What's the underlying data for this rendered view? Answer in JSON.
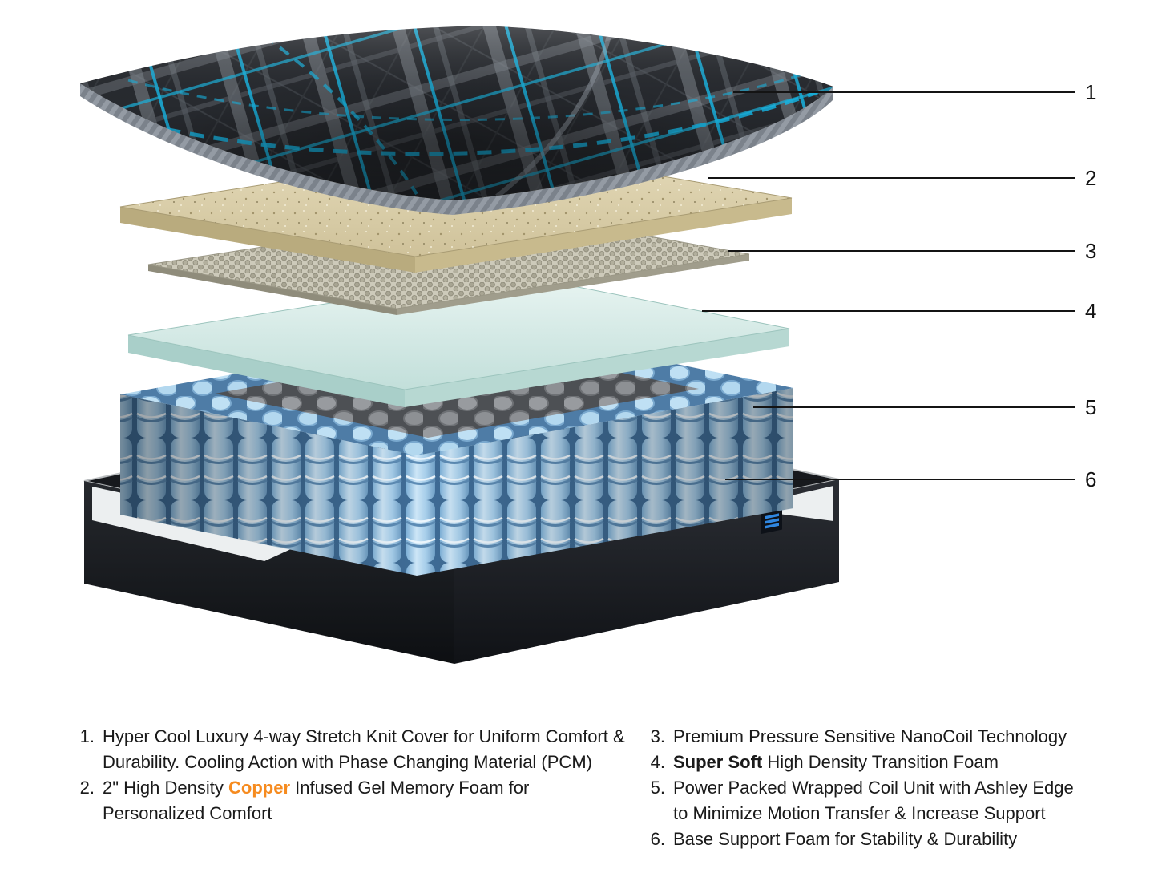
{
  "figure": {
    "callouts": [
      "1",
      "2",
      "3",
      "4",
      "5",
      "6"
    ],
    "layers": [
      {
        "id": "1",
        "name": "stretch-knit-cover"
      },
      {
        "id": "2",
        "name": "copper-gel-memory-foam"
      },
      {
        "id": "3",
        "name": "nanocoil-layer"
      },
      {
        "id": "4",
        "name": "transition-foam"
      },
      {
        "id": "5",
        "name": "wrapped-coil-unit"
      },
      {
        "id": "6",
        "name": "base-support-foam"
      }
    ],
    "icons": [
      {
        "name": "brand-logo-icon"
      }
    ]
  },
  "legend": {
    "left": [
      {
        "number": "1.",
        "segments": [
          {
            "text": "Hyper Cool Luxury 4-way Stretch Knit Cover for Uniform Comfort & Durability. Cooling Action with Phase Changing Material (PCM)"
          }
        ]
      },
      {
        "number": "2.",
        "segments": [
          {
            "text": "2\" High Density "
          },
          {
            "text": "Copper",
            "style": "copper-bold"
          },
          {
            "text": " Infused Gel Memory Foam for Personalized Comfort"
          }
        ]
      }
    ],
    "right": [
      {
        "number": "3.",
        "segments": [
          {
            "text": "Premium Pressure Sensitive NanoCoil Technology"
          }
        ]
      },
      {
        "number": "4.",
        "segments": [
          {
            "text": "Super Soft",
            "style": "bold"
          },
          {
            "text": " High Density Transition Foam"
          }
        ]
      },
      {
        "number": "5.",
        "segments": [
          {
            "text": "Power Packed Wrapped Coil Unit with Ashley Edge to Minimize Motion Transfer & Increase Support"
          }
        ]
      },
      {
        "number": "6.",
        "segments": [
          {
            "text": "Base Support Foam for Stability & Durability"
          }
        ]
      }
    ]
  },
  "colors": {
    "text": "#1a1a1a",
    "copper_highlight": "#f68b1f",
    "accent_cyan": "#17b3e0",
    "cover_dark": "#272a2f",
    "memory_foam_tan": "#ddd2b0",
    "nanocoil_taupe": "#cdcaba",
    "transition_foam_aqua": "#d5eae6",
    "coil_blue": "#bfe0f4",
    "base_foam_green": "#d3ead9",
    "base_black": "#17191d",
    "trim_white": "#eceff0"
  }
}
